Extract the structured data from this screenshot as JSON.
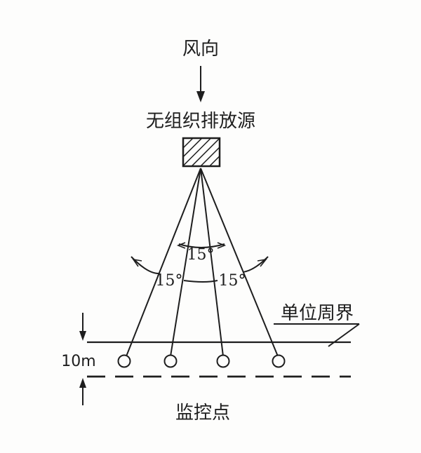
{
  "labels": {
    "wind_direction": "风向",
    "source": "无组织排放源",
    "boundary": "单位周界",
    "distance": "10m",
    "monitoring_points": "监控点"
  },
  "angles": {
    "center": "15°",
    "left": "15°",
    "right": "15°"
  }
}
